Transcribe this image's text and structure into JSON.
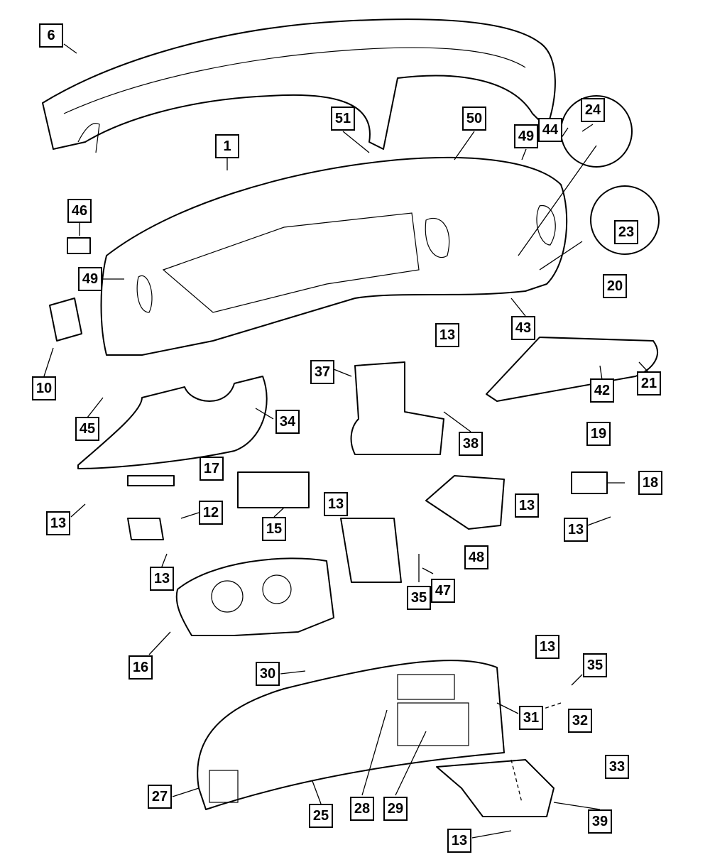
{
  "diagram": {
    "callouts": [
      "6",
      "51",
      "50",
      "24",
      "44",
      "49",
      "1",
      "46",
      "23",
      "49",
      "20",
      "43",
      "13",
      "37",
      "21",
      "10",
      "42",
      "34",
      "45",
      "38",
      "19",
      "17",
      "18",
      "13",
      "12",
      "15",
      "13",
      "13",
      "13",
      "13",
      "48",
      "35",
      "47",
      "16",
      "30",
      "13",
      "35",
      "31",
      "32",
      "33",
      "27",
      "25",
      "28",
      "29",
      "39",
      "13"
    ]
  }
}
